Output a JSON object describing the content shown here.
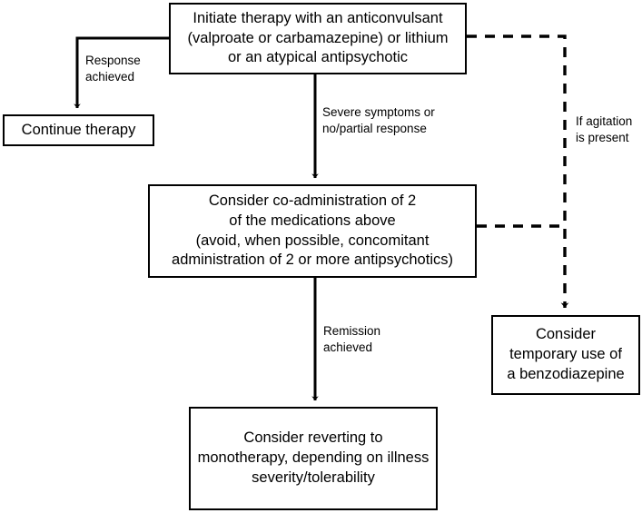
{
  "diagram": {
    "title": "Bipolar mania treatment algorithm flowchart",
    "stroke_color": "#000000",
    "background_color": "#ffffff",
    "nodes": [
      {
        "id": "initiate",
        "text": "Initiate therapy with an anticonvulsant\n(valproate or carbamazepine) or lithium\nor an atypical antipsychotic"
      },
      {
        "id": "continue",
        "text": "Continue therapy"
      },
      {
        "id": "coadmin",
        "text": "Consider co-administration of 2\nof the medications above\n(avoid, when possible, concomitant\nadministration of 2 or more antipsychotics)"
      },
      {
        "id": "revert",
        "text": "Consider reverting to\nmonotherapy, depending on illness\nseverity/tolerability"
      },
      {
        "id": "benzo",
        "text": "Consider\ntemporary use of\na benzodiazepine"
      }
    ],
    "edge_labels": [
      {
        "id": "response",
        "text": "Response\nachieved"
      },
      {
        "id": "severe",
        "text": "Severe symptoms or\nno/partial response"
      },
      {
        "id": "remission",
        "text": "Remission\nachieved"
      },
      {
        "id": "agitation",
        "text": "If agitation\nis present"
      }
    ],
    "edges": [
      {
        "id": "initiate-to-continue",
        "from": "initiate",
        "to": "continue",
        "style": "solid",
        "label": "Response achieved"
      },
      {
        "id": "initiate-to-coadmin",
        "from": "initiate",
        "to": "coadmin",
        "style": "solid",
        "label": "Severe symptoms or no/partial response"
      },
      {
        "id": "coadmin-to-revert",
        "from": "coadmin",
        "to": "revert",
        "style": "solid",
        "label": "Remission achieved"
      },
      {
        "id": "initiate-to-benzo",
        "from": "initiate",
        "to": "benzo",
        "style": "dashed",
        "label": "If agitation is present"
      },
      {
        "id": "coadmin-to-benzo",
        "from": "coadmin",
        "to": "benzo",
        "style": "dashed",
        "label": ""
      }
    ]
  }
}
